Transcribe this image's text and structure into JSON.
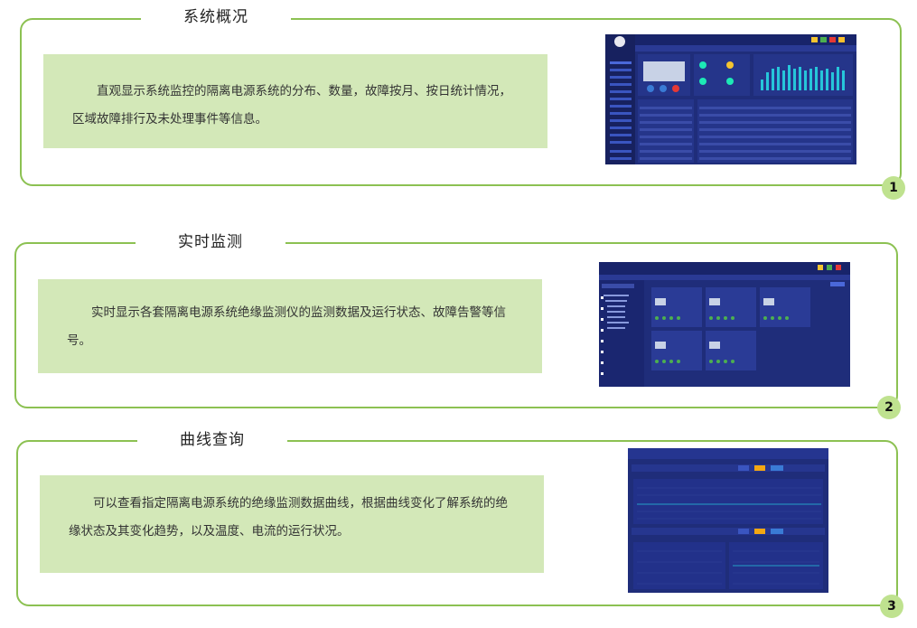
{
  "sections": [
    {
      "number": "1",
      "title": "系统概况",
      "description": "直观显示系统监控的隔离电源系统的分布、数量，故障按月、按日统计情况，区域故障排行及未处理事件等信息。"
    },
    {
      "number": "2",
      "title": "实时监测",
      "description": "实时显示各套隔离电源系统绝缘监测仪的监测数据及运行状态、故障告警等信号。"
    },
    {
      "number": "3",
      "title": "曲线查询",
      "description": "可以查看指定隔离电源系统的绝缘监测数据曲线，根据曲线变化了解系统的绝缘状态及其变化趋势，以及温度、电流的运行状况。"
    }
  ],
  "colors": {
    "frame": "#8cc152",
    "text_box": "#d3e8b8",
    "badge": "#bfe28f",
    "screenshot_bg": "#1f2d7a"
  }
}
